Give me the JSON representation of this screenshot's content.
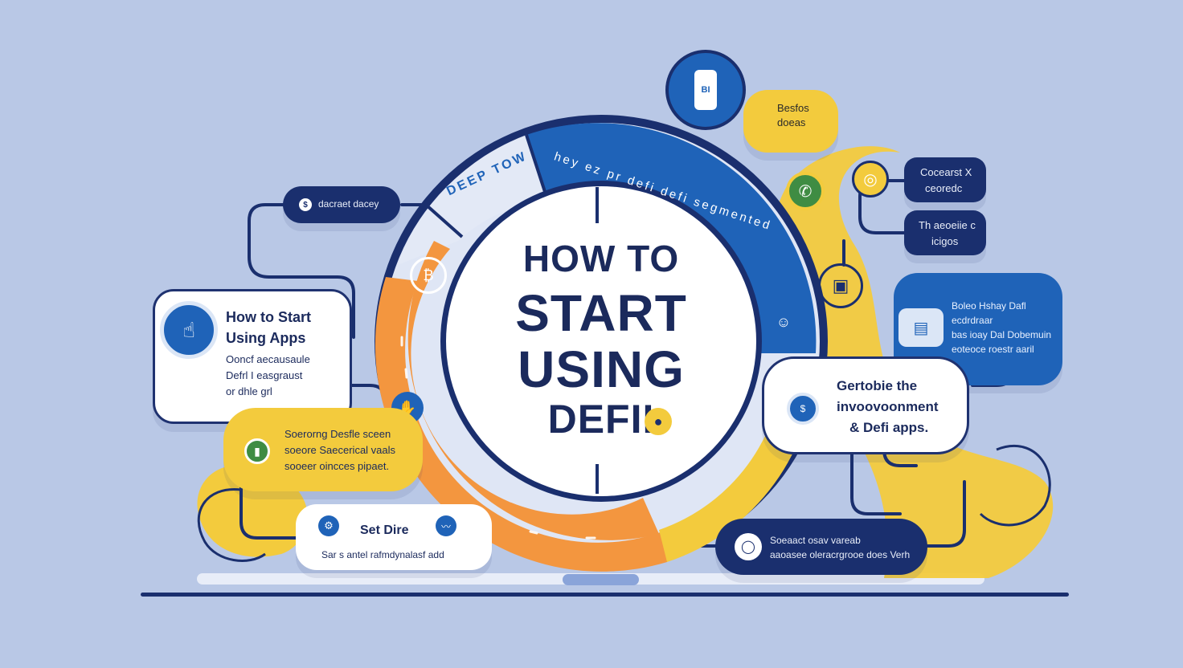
{
  "center": {
    "line1": "HOW TO",
    "line2": "START",
    "line3": "USING",
    "line4": "DEFII"
  },
  "ring": {
    "arc_left_text": "DEEP TOW",
    "arc_right_text": "hey ez pr defi defi segmented"
  },
  "cards": {
    "top_left_pill": "dacraet dacey",
    "how_to_start": {
      "title_line1": "How to Start",
      "title_line2": "Using Apps",
      "body": [
        "Ooncf aecausaule",
        "Defrl I easgraust",
        "or dhle grl"
      ]
    },
    "yellow_left": [
      "Soerorng Desfle sceen",
      "soeore Saecerical vaals",
      "sooeer oincces pipaet."
    ],
    "set_dire": {
      "title": "Set Dire",
      "body": "Sar s antel rafmdynalasf add"
    },
    "top_yellow": [
      "Besfos",
      "doeas"
    ],
    "navy_right_1": [
      "Cocearst X",
      "ceoredc"
    ],
    "navy_right_2": [
      "Th aeoeiie c",
      "icigos"
    ],
    "blue_right": [
      "Boleo Hshay Dafl",
      "ecdrdraar",
      "bas ioay Dal Dobemuin",
      "eoteoce roestr aaril"
    ],
    "get_to": {
      "line1": "Gertobie the",
      "line2": "invoovoonment",
      "line3": "& Defi apps."
    },
    "bottom_navy": [
      "Soeaact osav vareab",
      "aaoasee oleracrgrooe does Verh"
    ]
  },
  "colors": {
    "navy": "#1a2f6e",
    "blue": "#1f63b8",
    "orange": "#f3963f",
    "yellow": "#f3cb3d",
    "background": "#b9c8e6"
  }
}
